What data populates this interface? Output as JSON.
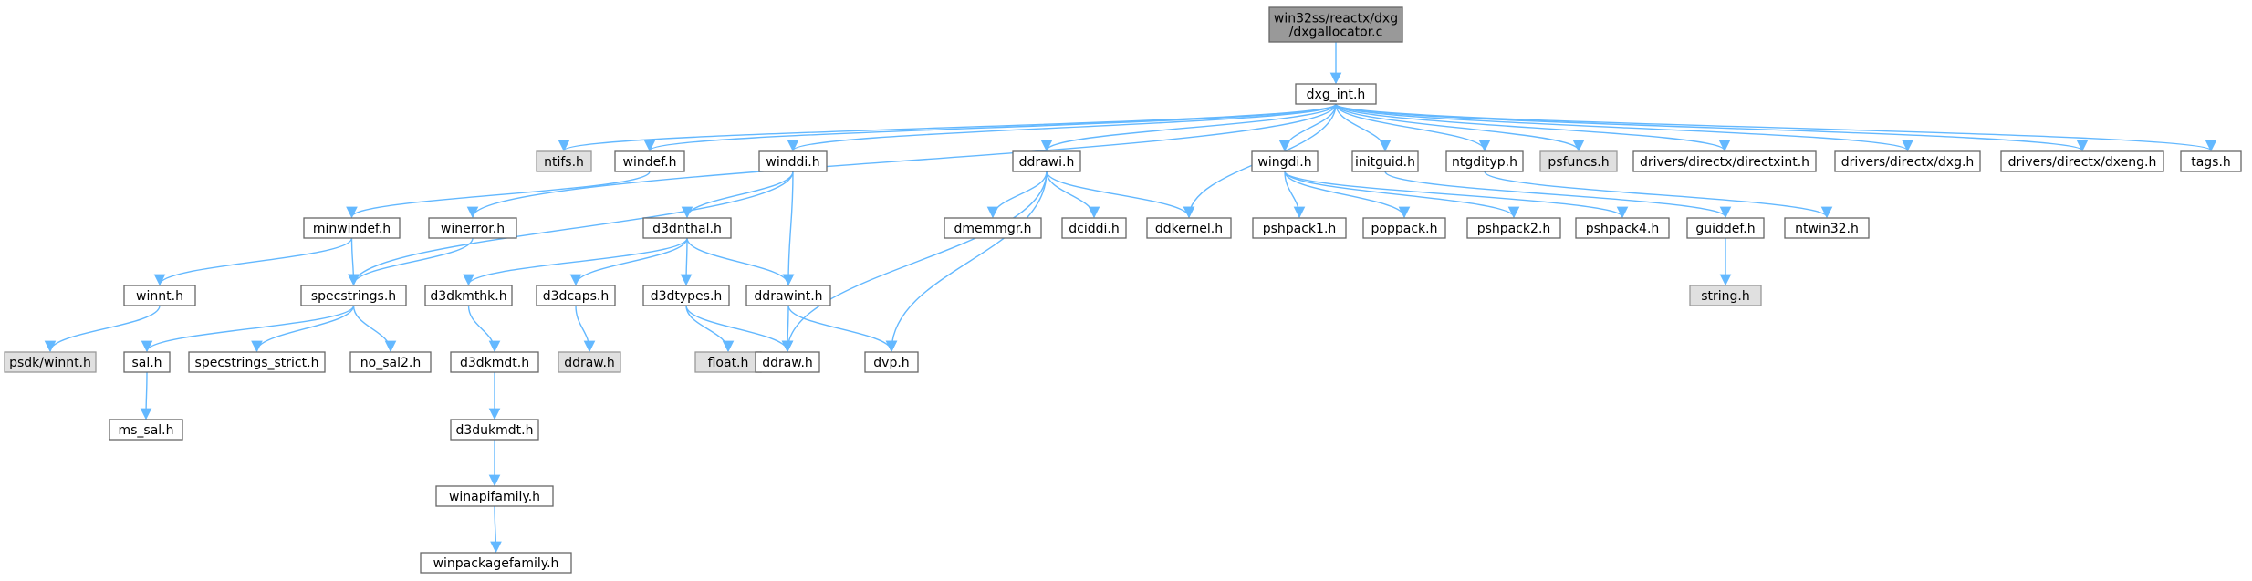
{
  "colors": {
    "edge": "#63b8ff",
    "root_fill": "#999999",
    "external_fill": "#e0e0e0",
    "node_border": "#666666"
  },
  "nodes": [
    {
      "id": "root",
      "lines": [
        "win32ss/reactx/dxg",
        "/dxgallocator.c"
      ],
      "kind": "root"
    },
    {
      "id": "dxg_int",
      "lines": [
        "dxg_int.h"
      ],
      "kind": "normal"
    },
    {
      "id": "ntifs",
      "lines": [
        "ntifs.h"
      ],
      "kind": "external"
    },
    {
      "id": "windef",
      "lines": [
        "windef.h"
      ],
      "kind": "normal"
    },
    {
      "id": "winddi",
      "lines": [
        "winddi.h"
      ],
      "kind": "normal"
    },
    {
      "id": "ddrawi",
      "lines": [
        "ddrawi.h"
      ],
      "kind": "normal"
    },
    {
      "id": "wingdi",
      "lines": [
        "wingdi.h"
      ],
      "kind": "normal"
    },
    {
      "id": "initguid",
      "lines": [
        "initguid.h"
      ],
      "kind": "normal"
    },
    {
      "id": "ntgdityp",
      "lines": [
        "ntgdityp.h"
      ],
      "kind": "normal"
    },
    {
      "id": "psfuncs",
      "lines": [
        "psfuncs.h"
      ],
      "kind": "external"
    },
    {
      "id": "directxint",
      "lines": [
        "drivers/directx/directxint.h"
      ],
      "kind": "normal"
    },
    {
      "id": "dxg_h",
      "lines": [
        "drivers/directx/dxg.h"
      ],
      "kind": "normal"
    },
    {
      "id": "dxeng",
      "lines": [
        "drivers/directx/dxeng.h"
      ],
      "kind": "normal"
    },
    {
      "id": "tags",
      "lines": [
        "tags.h"
      ],
      "kind": "normal"
    },
    {
      "id": "minwindef",
      "lines": [
        "minwindef.h"
      ],
      "kind": "normal"
    },
    {
      "id": "winerror",
      "lines": [
        "winerror.h"
      ],
      "kind": "normal"
    },
    {
      "id": "d3dnthal",
      "lines": [
        "d3dnthal.h"
      ],
      "kind": "normal"
    },
    {
      "id": "dmemmgr",
      "lines": [
        "dmemmgr.h"
      ],
      "kind": "normal"
    },
    {
      "id": "dciddi",
      "lines": [
        "dciddi.h"
      ],
      "kind": "normal"
    },
    {
      "id": "ddkernel",
      "lines": [
        "ddkernel.h"
      ],
      "kind": "normal"
    },
    {
      "id": "pshpack1",
      "lines": [
        "pshpack1.h"
      ],
      "kind": "normal"
    },
    {
      "id": "poppack",
      "lines": [
        "poppack.h"
      ],
      "kind": "normal"
    },
    {
      "id": "pshpack2",
      "lines": [
        "pshpack2.h"
      ],
      "kind": "normal"
    },
    {
      "id": "pshpack4",
      "lines": [
        "pshpack4.h"
      ],
      "kind": "normal"
    },
    {
      "id": "guiddef",
      "lines": [
        "guiddef.h"
      ],
      "kind": "normal"
    },
    {
      "id": "ntwin32",
      "lines": [
        "ntwin32.h"
      ],
      "kind": "normal"
    },
    {
      "id": "winnt",
      "lines": [
        "winnt.h"
      ],
      "kind": "normal"
    },
    {
      "id": "specstrings",
      "lines": [
        "specstrings.h"
      ],
      "kind": "normal"
    },
    {
      "id": "d3dkmthk",
      "lines": [
        "d3dkmthk.h"
      ],
      "kind": "normal"
    },
    {
      "id": "d3dcaps",
      "lines": [
        "d3dcaps.h"
      ],
      "kind": "normal"
    },
    {
      "id": "d3dtypes",
      "lines": [
        "d3dtypes.h"
      ],
      "kind": "normal"
    },
    {
      "id": "ddrawint",
      "lines": [
        "ddrawint.h"
      ],
      "kind": "normal"
    },
    {
      "id": "string_h",
      "lines": [
        "string.h"
      ],
      "kind": "external"
    },
    {
      "id": "psdk_winnt",
      "lines": [
        "psdk/winnt.h"
      ],
      "kind": "external"
    },
    {
      "id": "sal",
      "lines": [
        "sal.h"
      ],
      "kind": "normal"
    },
    {
      "id": "specstrings_strict",
      "lines": [
        "specstrings_strict.h"
      ],
      "kind": "normal"
    },
    {
      "id": "no_sal2",
      "lines": [
        "no_sal2.h"
      ],
      "kind": "normal"
    },
    {
      "id": "d3dkmdt",
      "lines": [
        "d3dkmdt.h"
      ],
      "kind": "normal"
    },
    {
      "id": "ddraw_ext",
      "lines": [
        "ddraw.h"
      ],
      "kind": "external"
    },
    {
      "id": "float_h",
      "lines": [
        "float.h"
      ],
      "kind": "external"
    },
    {
      "id": "ddraw",
      "lines": [
        "ddraw.h"
      ],
      "kind": "normal"
    },
    {
      "id": "dvp",
      "lines": [
        "dvp.h"
      ],
      "kind": "normal"
    },
    {
      "id": "ms_sal",
      "lines": [
        "ms_sal.h"
      ],
      "kind": "normal"
    },
    {
      "id": "d3dukmdt",
      "lines": [
        "d3dukmdt.h"
      ],
      "kind": "normal"
    },
    {
      "id": "winapifamily",
      "lines": [
        "winapifamily.h"
      ],
      "kind": "normal"
    },
    {
      "id": "winpackagefamily",
      "lines": [
        "winpackagefamily.h"
      ],
      "kind": "normal"
    }
  ],
  "edges": [
    [
      "root",
      "dxg_int"
    ],
    [
      "dxg_int",
      "ntifs"
    ],
    [
      "dxg_int",
      "windef"
    ],
    [
      "dxg_int",
      "winddi"
    ],
    [
      "dxg_int",
      "ddrawi"
    ],
    [
      "dxg_int",
      "wingdi"
    ],
    [
      "dxg_int",
      "initguid"
    ],
    [
      "dxg_int",
      "ntgdityp"
    ],
    [
      "dxg_int",
      "psfuncs"
    ],
    [
      "dxg_int",
      "directxint"
    ],
    [
      "dxg_int",
      "dxg_h"
    ],
    [
      "dxg_int",
      "dxeng"
    ],
    [
      "dxg_int",
      "tags"
    ],
    [
      "dxg_int",
      "winerror"
    ],
    [
      "dxg_int",
      "ddkernel"
    ],
    [
      "windef",
      "minwindef"
    ],
    [
      "winddi",
      "specstrings"
    ],
    [
      "winddi",
      "d3dnthal"
    ],
    [
      "winddi",
      "ddrawint"
    ],
    [
      "ddrawi",
      "dmemmgr"
    ],
    [
      "ddrawi",
      "dciddi"
    ],
    [
      "ddrawi",
      "ddkernel"
    ],
    [
      "ddrawi",
      "ddraw"
    ],
    [
      "ddrawi",
      "dvp"
    ],
    [
      "wingdi",
      "pshpack1"
    ],
    [
      "wingdi",
      "poppack"
    ],
    [
      "wingdi",
      "pshpack2"
    ],
    [
      "wingdi",
      "pshpack4"
    ],
    [
      "initguid",
      "guiddef"
    ],
    [
      "ntgdityp",
      "ntwin32"
    ],
    [
      "minwindef",
      "winnt"
    ],
    [
      "minwindef",
      "specstrings"
    ],
    [
      "winerror",
      "specstrings"
    ],
    [
      "d3dnthal",
      "d3dkmthk"
    ],
    [
      "d3dnthal",
      "d3dcaps"
    ],
    [
      "d3dnthal",
      "d3dtypes"
    ],
    [
      "d3dnthal",
      "ddrawint"
    ],
    [
      "guiddef",
      "string_h"
    ],
    [
      "winnt",
      "psdk_winnt"
    ],
    [
      "specstrings",
      "sal"
    ],
    [
      "specstrings",
      "specstrings_strict"
    ],
    [
      "specstrings",
      "no_sal2"
    ],
    [
      "d3dkmthk",
      "d3dkmdt"
    ],
    [
      "d3dcaps",
      "ddraw_ext"
    ],
    [
      "d3dtypes",
      "float_h"
    ],
    [
      "d3dtypes",
      "ddraw"
    ],
    [
      "ddrawint",
      "ddraw"
    ],
    [
      "ddrawint",
      "dvp"
    ],
    [
      "sal",
      "ms_sal"
    ],
    [
      "d3dkmdt",
      "d3dukmdt"
    ],
    [
      "d3dukmdt",
      "winapifamily"
    ],
    [
      "winapifamily",
      "winpackagefamily"
    ]
  ]
}
